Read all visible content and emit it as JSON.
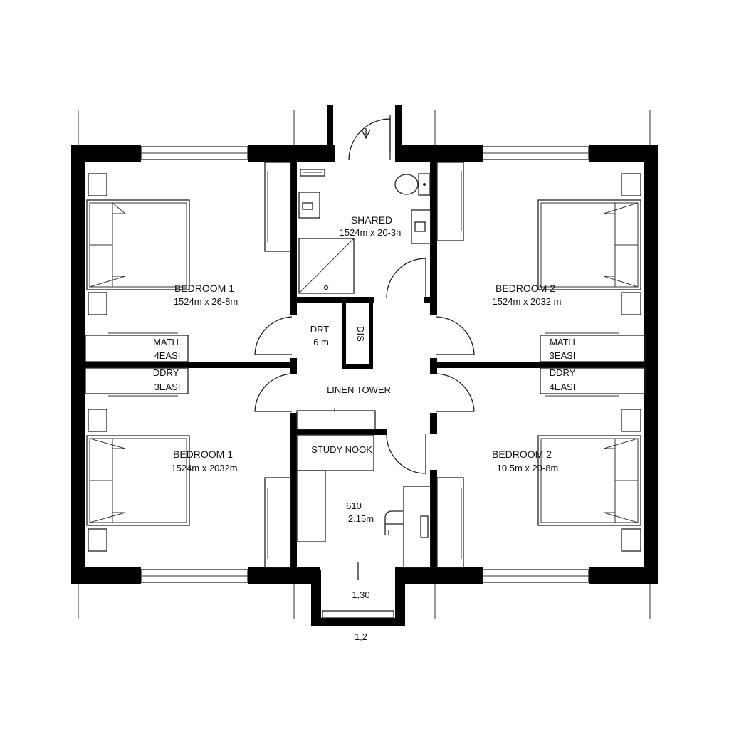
{
  "colors": {
    "wall": "#000000",
    "background": "#ffffff",
    "line": "#222222"
  },
  "rooms": {
    "shared": {
      "name": "SHARED",
      "size": "1524m x 20-3h"
    },
    "bedroom_tl": {
      "name": "BEDROOM 1",
      "size": "1524m x 26-8m"
    },
    "bedroom_tr": {
      "name": "BEDROOM 2",
      "size": "1524m x 2032 m"
    },
    "bedroom_bl": {
      "name": "BEDROOM 1",
      "size": "1524m x 2032m"
    },
    "bedroom_br": {
      "name": "BEDROOM 2",
      "size": "10.5m x 20-8m"
    },
    "drt": {
      "name": "DRT",
      "size": "6 m",
      "vertical": "DIS"
    },
    "linen": {
      "name": "LINEN TOWER"
    },
    "study": {
      "name": "STUDY NOOK",
      "dim1": "610",
      "dim2": "2.15m"
    },
    "entry": {
      "dim": "1,30",
      "below": "1,2"
    }
  },
  "closets": {
    "left_top": [
      "MATH",
      "4EASI"
    ],
    "left_bottom": [
      "DDRY",
      "3EASI"
    ],
    "right_top": [
      "MATH",
      "3EASI"
    ],
    "right_bottom": [
      "DDRY",
      "4EASI"
    ]
  }
}
